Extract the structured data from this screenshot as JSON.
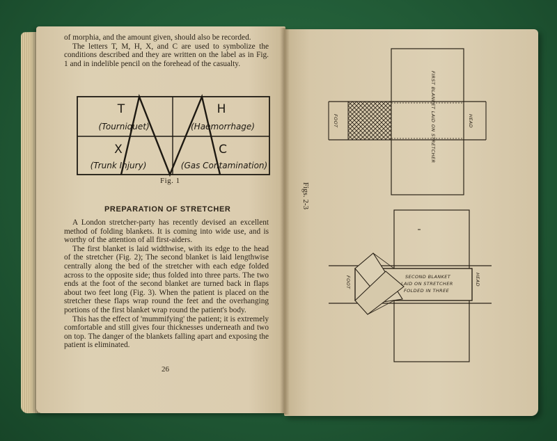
{
  "left_page": {
    "intro_line1": "of morphia, and the amount given, should also be recorded.",
    "intro_para": "The letters T, M, H, X, and C are used to symbolize the conditions described and they are written on the label as in Fig. 1 and in indelible pencil on the forehead of the casualty.",
    "label_chart": {
      "center_letter": "M",
      "cells": [
        {
          "letter": "T",
          "word": "(Tourniquet)"
        },
        {
          "letter": "H",
          "word": "(Haemorrhage)"
        },
        {
          "letter": "X",
          "word": "(Trunk Injury)"
        },
        {
          "letter": "C",
          "word": "(Gas Contamination)"
        }
      ]
    },
    "fig1_caption": "Fig. 1",
    "heading": "PREPARATION OF STRETCHER",
    "paragraphs": [
      "A London stretcher-party has recently devised an excellent method of folding blankets. It is coming into wide use, and is worthy of the attention of all first-aiders.",
      "The first blanket is laid widthwise, with its edge to the head of the stretcher (Fig. 2); The second blanket is laid lengthwise centrally along the bed of the stretcher with each edge folded across to the opposite side; thus folded into three parts. The two ends at the foot of the second blanket are turned back in flaps about two feet long (Fig. 3). When the patient is placed on the stretcher these flaps wrap round the feet and the overhanging portions of the first blanket wrap round the patient's body.",
      "This has the effect of 'mummifying' the patient; it is extremely comfortable and still gives four thicknesses underneath and two on top. The danger of the blankets falling apart and exposing the patient is eliminated."
    ],
    "page_number": "26"
  },
  "right_page": {
    "figs_label": "Figs. 2-3",
    "fig2": {
      "blanket_label": "FIRST BLANKET LAID ON STRETCHER",
      "foot": "FOOT",
      "head": "HEAD"
    },
    "fig3": {
      "blanket_label_lines": [
        "SECOND BLANKET",
        "LAID ON STRETCHER",
        "FOLDED IN THREE"
      ],
      "foot": "FOOT",
      "head": "HEAD"
    }
  }
}
